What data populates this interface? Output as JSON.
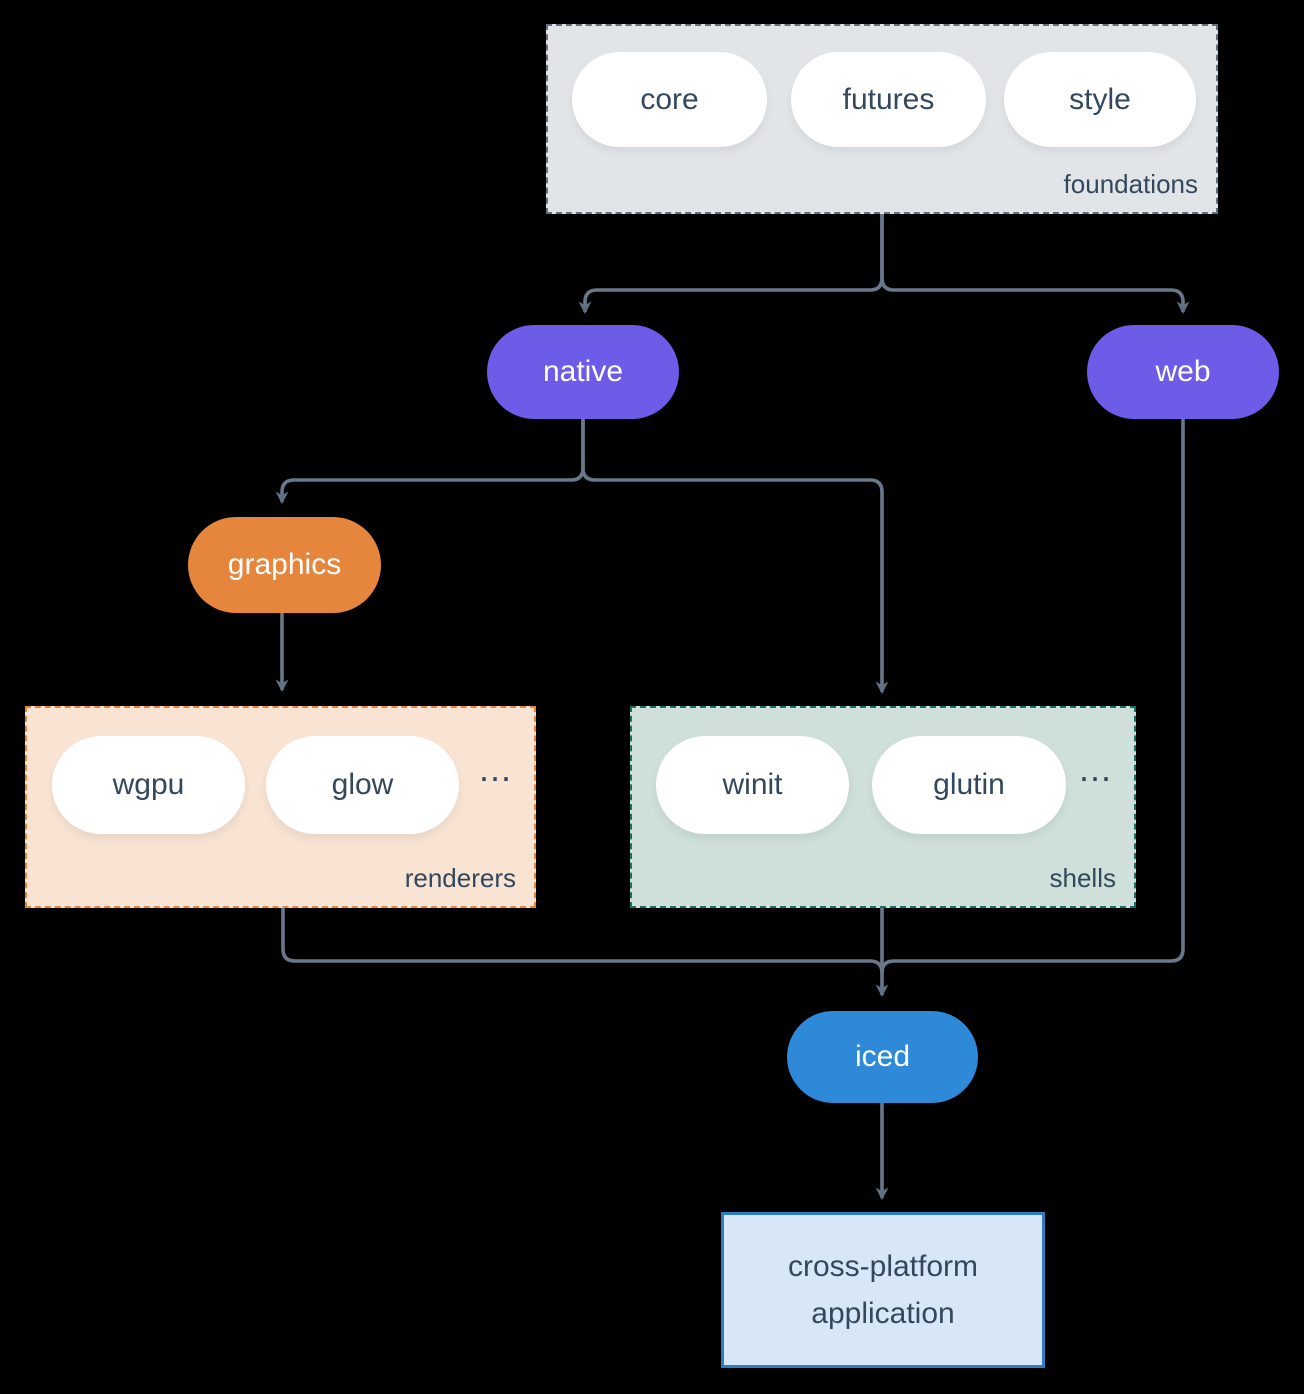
{
  "colors": {
    "bg": "#000000",
    "line": "#66788a",
    "purple": "#6c5ce7",
    "orange": "#e6853c",
    "blue": "#2e89d8",
    "foundations-fill": "#e2e5e8",
    "foundations-border": "#5f7081",
    "renderers-fill": "#f9e3d3",
    "renderers-border": "#e6853c",
    "shells-fill": "#cfdfd9",
    "shells-border": "#1d6e62",
    "app-fill": "#d7e7f7",
    "app-border": "#2f7cc2",
    "pill-text": "#33485c",
    "white": "#ffffff"
  },
  "foundations": {
    "label": "foundations",
    "pills": [
      "core",
      "futures",
      "style"
    ]
  },
  "native": {
    "label": "native"
  },
  "web": {
    "label": "web"
  },
  "graphics": {
    "label": "graphics"
  },
  "renderers": {
    "label": "renderers",
    "pills": [
      "wgpu",
      "glow"
    ],
    "ellipsis": "..."
  },
  "shells": {
    "label": "shells",
    "pills": [
      "winit",
      "glutin"
    ],
    "ellipsis": "..."
  },
  "iced": {
    "label": "iced"
  },
  "app": {
    "line1": "cross-platform",
    "line2": "application"
  }
}
